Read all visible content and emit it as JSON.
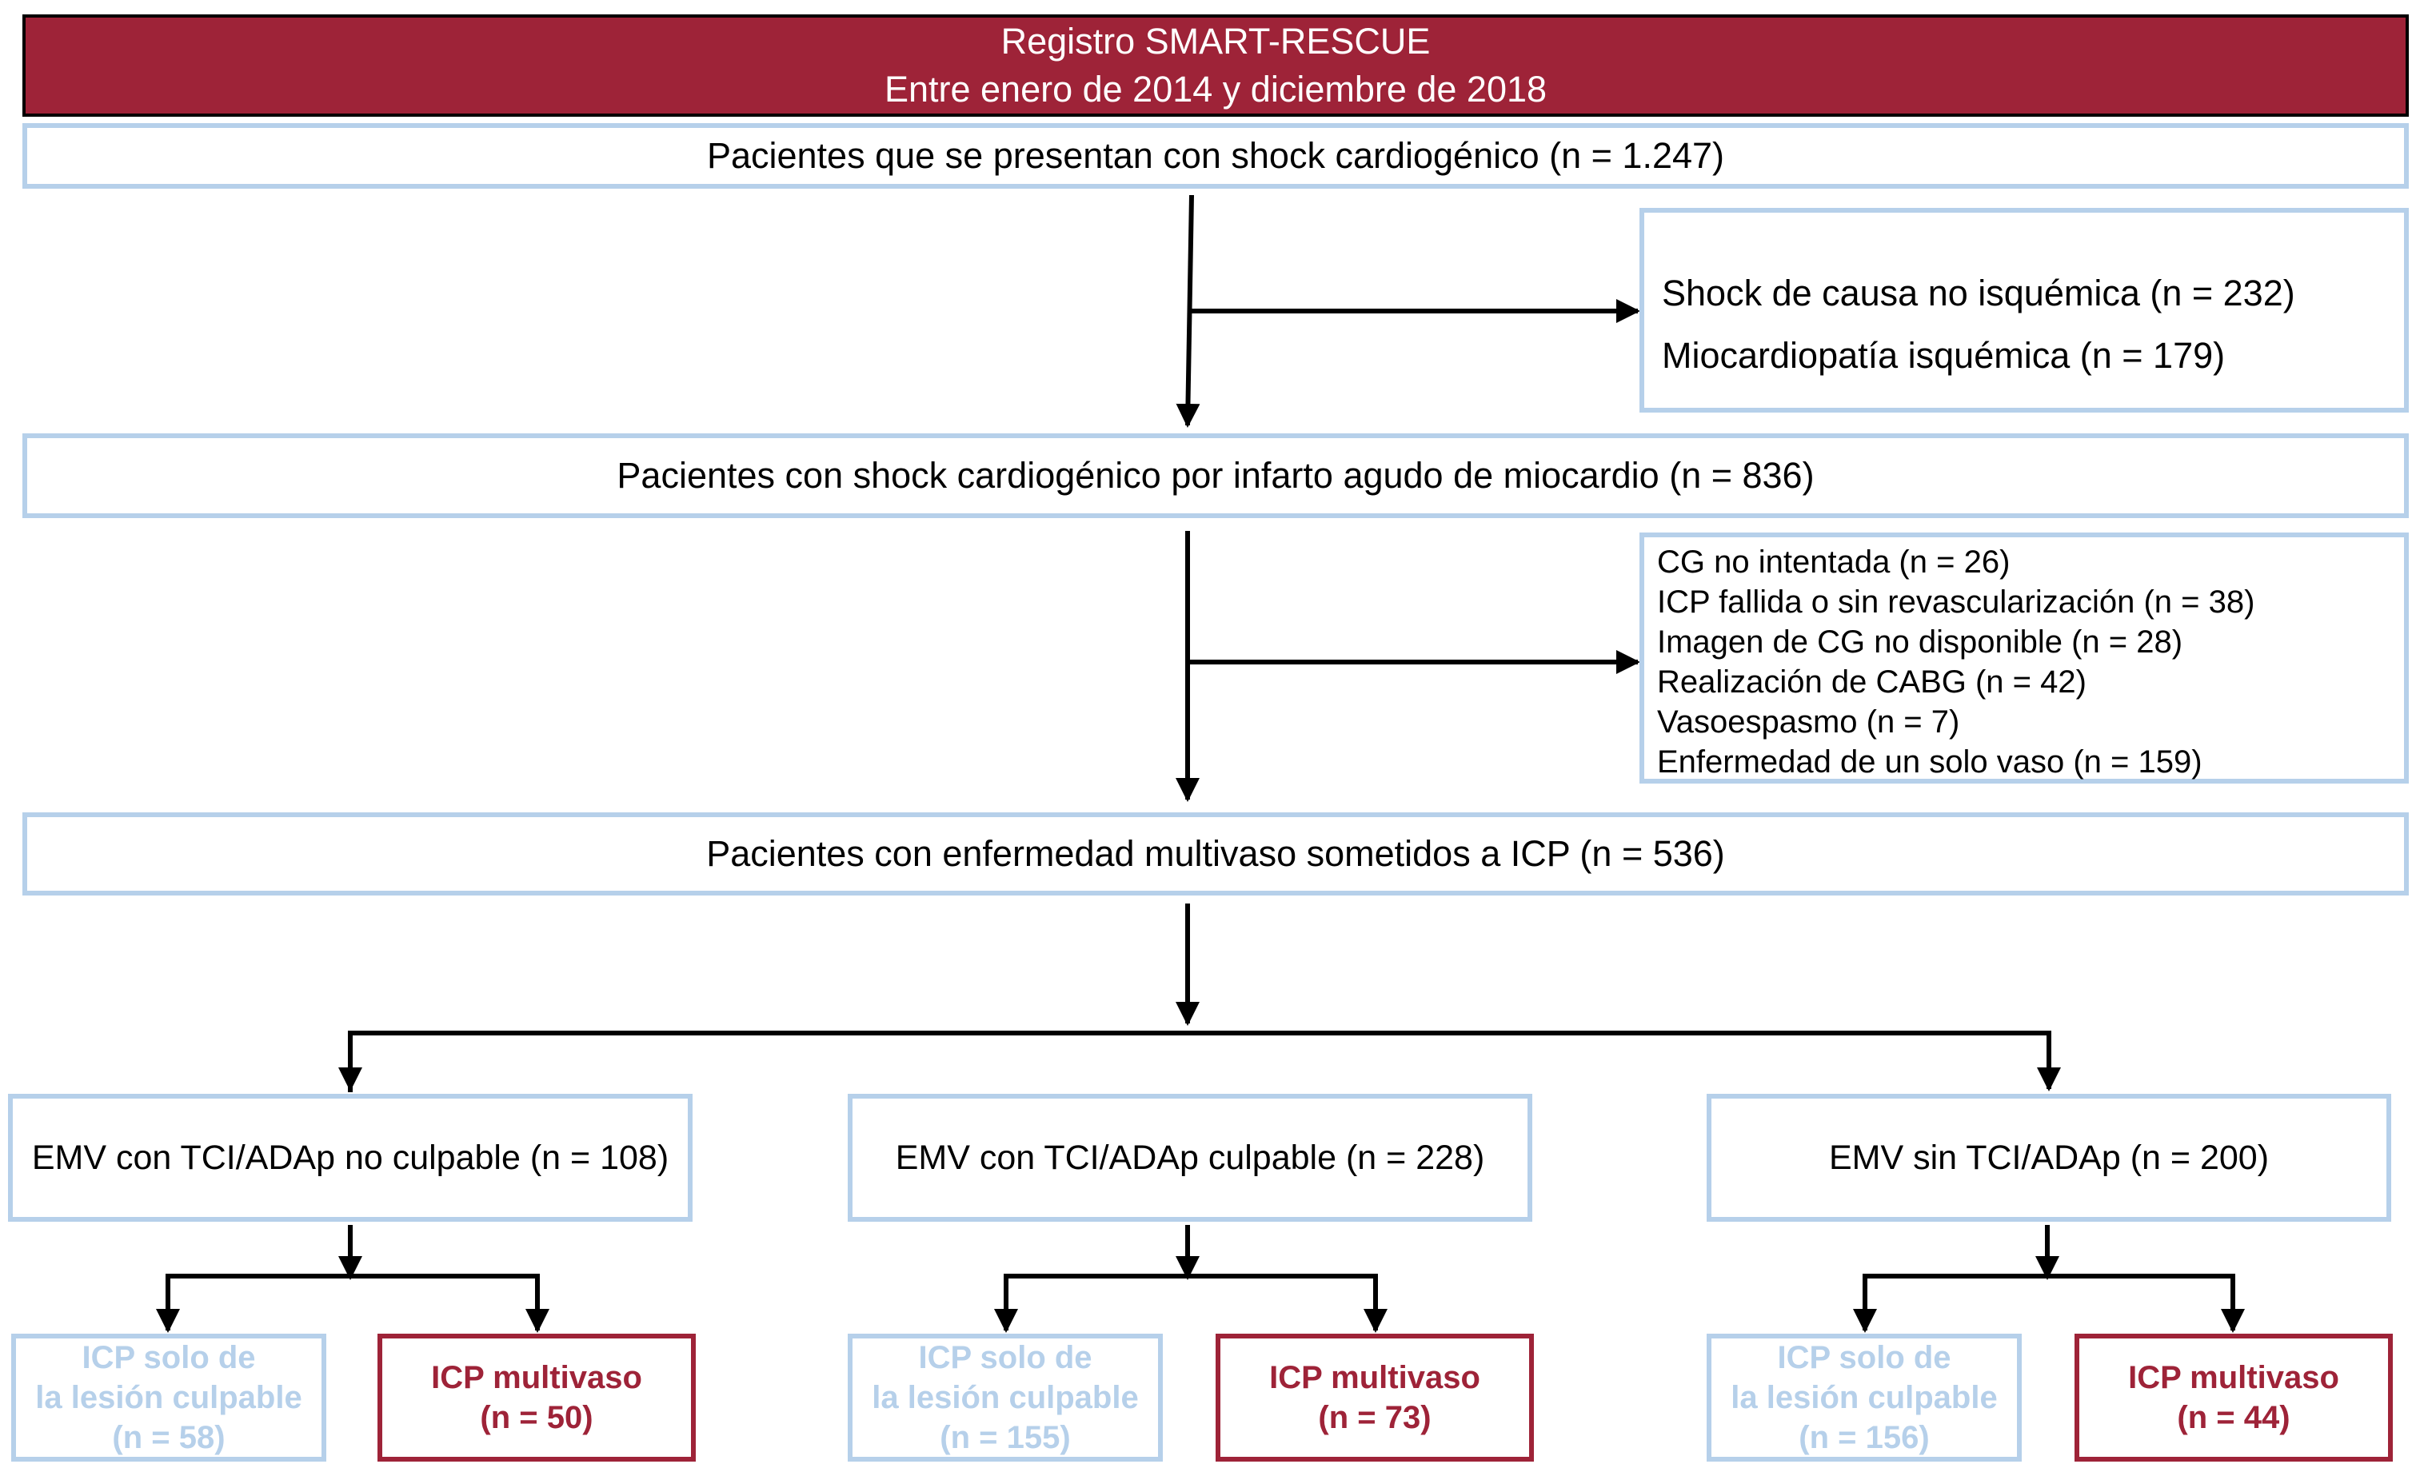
{
  "header": {
    "line1": "Registro SMART-RESCUE",
    "line2": "Entre enero de 2014 y diciembre de 2018"
  },
  "steps": {
    "step1": "Pacientes que se presentan con shock cardiogénico (n = 1.247)",
    "step2": "Pacientes con shock cardiogénico por infarto agudo de miocardio (n = 836)",
    "step3": "Pacientes con enfermedad multivaso sometidos a ICP (n = 536)"
  },
  "exclusions1": [
    "Shock de causa no isquémica (n = 232)",
    "Miocardiopatía isquémica (n = 179)"
  ],
  "exclusions2": [
    "CG no intentada (n = 26)",
    "ICP fallida o sin revascularización (n = 38)",
    "Imagen de CG no disponible (n = 28)",
    "Realización de CABG (n = 42)",
    "Vasoespasmo (n = 7)",
    "Enfermedad de un solo vaso (n = 159)"
  ],
  "groups": [
    {
      "label": "EMV con TCI/ADAp no culpable (n = 108)",
      "culprit": [
        "ICP solo de",
        "la lesión culpable",
        "(n = 58)"
      ],
      "multivessel": [
        "ICP multivaso",
        "(n = 50)"
      ]
    },
    {
      "label": "EMV con TCI/ADAp culpable (n = 228)",
      "culprit": [
        "ICP solo de",
        "la lesión culpable",
        "(n = 155)"
      ],
      "multivessel": [
        "ICP multivaso",
        "(n = 73)"
      ]
    },
    {
      "label": "EMV sin TCI/ADAp (n = 200)",
      "culprit": [
        "ICP solo de",
        "la lesión culpable",
        "(n = 156)"
      ],
      "multivessel": [
        "ICP multivaso",
        "(n = 44)"
      ]
    }
  ],
  "colors": {
    "accent_red": "#9e2338",
    "border_blue": "#b6d0ea",
    "connector": "#000000"
  }
}
